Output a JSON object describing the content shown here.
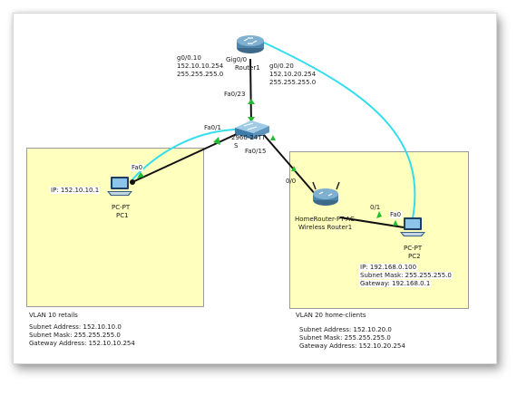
{
  "zones": [
    {
      "name": "VLAN 10 retails",
      "lines": [
        "Subnet Address: 152.10.10.0",
        "Subnet Mask: 255.255.255.0",
        "Gateway Address: 152.10.10.254"
      ]
    },
    {
      "name": "VLAN 20 home-clients",
      "lines": [
        "Subnet Address: 152.10.20.0",
        "Subnet Mask: 255.255.255.0",
        "Gateway Address: 152.10.20.254"
      ]
    }
  ],
  "router": {
    "label": "Router1",
    "left_if": "g0/0.10",
    "left_ip": "152.10.10.254",
    "left_mask": "255.255.255.0",
    "right_if": "g0/0.20",
    "right_ip": "152.10.20.254",
    "right_mask": "255.255.255.0",
    "port_top": "Gig0/0"
  },
  "switch": {
    "label": "2960-24TT",
    "label2": "S",
    "port_up": "Fa0/23",
    "port_left": "Fa0/1",
    "port_right": "Fa0/15"
  },
  "pc1": {
    "type": "PC-PT",
    "name": "PC1",
    "port": "Fa0",
    "ip": "IP: 152.10.10.1"
  },
  "pc2": {
    "type": "PC-PT",
    "name": "PC2",
    "port": "Fa0",
    "ip": "IP: 192.168.0.100",
    "mask": "Subnet Mask: 255.255.255.0",
    "gateway": "Gateway: 192.168.0.1"
  },
  "wireless": {
    "model": "HomeRouter-PT-AC",
    "name": "Wireless Router1",
    "port_wan": "0/0",
    "port_lan": "0/1"
  },
  "colors": {
    "zone_fill": "#ffffbe",
    "console_cable": "#33ddee",
    "ethernet_cable": "#111111",
    "link_up": "#22bb33"
  }
}
